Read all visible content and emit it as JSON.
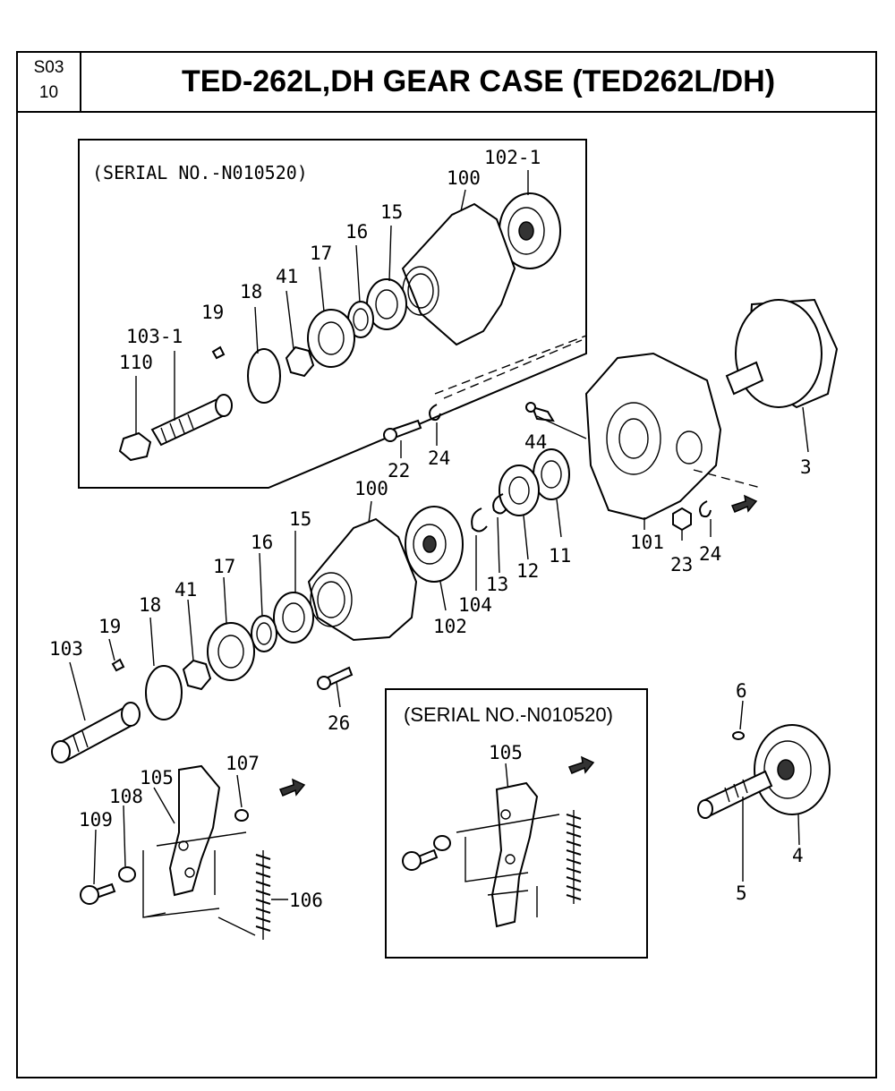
{
  "header": {
    "code_line1": "S03",
    "code_line2": "10",
    "title": "TED-262L,DH GEAR CASE (TED262L/DH)"
  },
  "insets": {
    "gear_case_serial": "(SERIAL NO.-N010520)",
    "lever_serial": "(SERIAL NO.-N010520)"
  },
  "callouts": {
    "upper": [
      "102-1",
      "100",
      "15",
      "16",
      "17",
      "41",
      "18",
      "19",
      "103-1",
      "110",
      "22",
      "24"
    ],
    "main": [
      "44",
      "3",
      "101",
      "23",
      "24",
      "11",
      "12",
      "13",
      "104",
      "102",
      "100",
      "15",
      "16",
      "17",
      "41",
      "18",
      "19",
      "103",
      "26"
    ],
    "lever": [
      "107",
      "105",
      "108",
      "109",
      "106"
    ],
    "lever_inset": [
      "105"
    ],
    "gear": [
      "6",
      "4",
      "5"
    ]
  }
}
